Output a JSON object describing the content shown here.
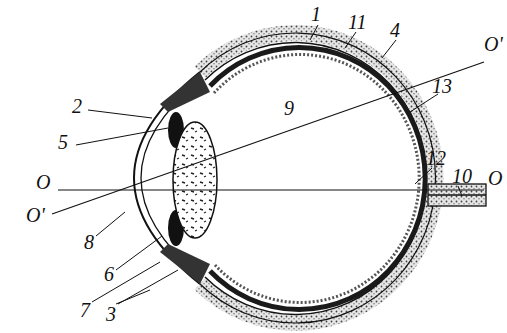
{
  "diagram": {
    "labels": [
      "1",
      "11",
      "4",
      "13",
      "O'",
      "9",
      "12",
      "10",
      "O",
      "2",
      "5",
      "O",
      "O'",
      "8",
      "6",
      "7",
      "3"
    ]
  }
}
